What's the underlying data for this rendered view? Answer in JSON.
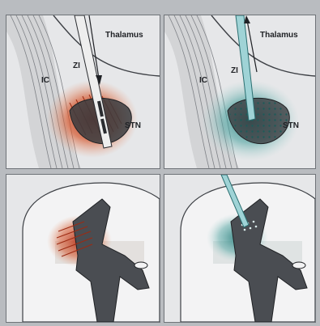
{
  "labels": {
    "thalamus": "Thalamus",
    "ic": "IC",
    "zi": "ZI",
    "stn": "STN"
  },
  "colors": {
    "background": "#b9bcc0",
    "panel": "#e6e7e9",
    "outline": "#3c3f44",
    "gray_matter": "#4a4d52",
    "stimulation": "#c8421f",
    "ablation": "#3b8f8d",
    "probe": "#9fd3d6"
  }
}
